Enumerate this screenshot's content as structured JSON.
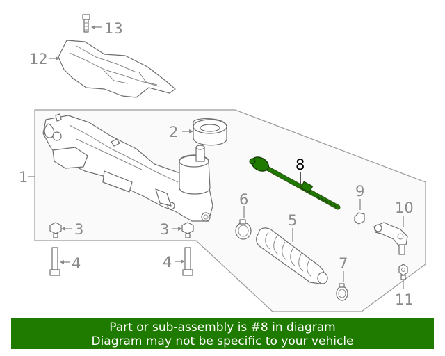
{
  "diagram": {
    "callouts": {
      "c1": "1",
      "c2": "2",
      "c3a": "3",
      "c3b": "3",
      "c4a": "4",
      "c4b": "4",
      "c5": "5",
      "c6": "6",
      "c7": "7",
      "c8": "8",
      "c9": "9",
      "c10": "10",
      "c11": "11",
      "c12": "12",
      "c13": "13"
    },
    "highlighted_part": "8",
    "highlight_color": "#1f7a00"
  },
  "banner": {
    "line1": "Part or sub-assembly is #8 in diagram",
    "line2": "Diagram may not be specific to your vehicle",
    "background": "#1f7a00",
    "text_color": "#ffffff"
  }
}
